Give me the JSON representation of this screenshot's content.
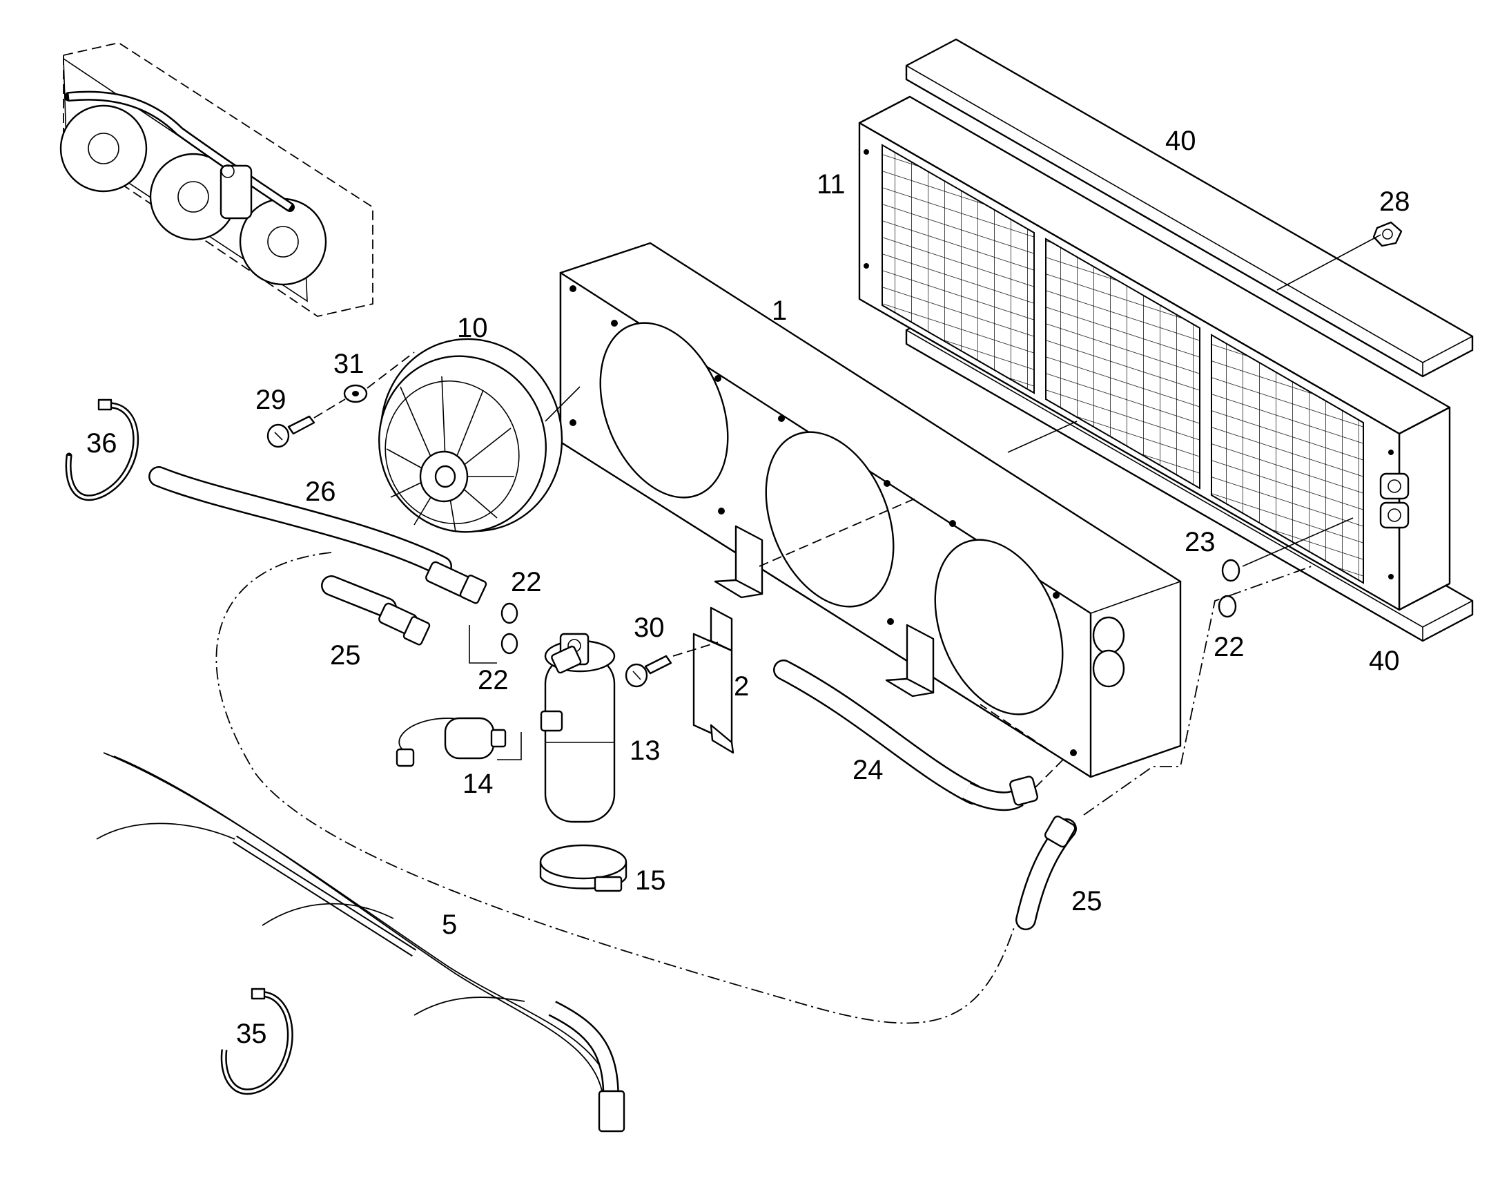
{
  "diagram": {
    "kind": "exploded parts diagram",
    "callouts": [
      {
        "id": "c1",
        "text": "1"
      },
      {
        "id": "c2",
        "text": "2"
      },
      {
        "id": "c5",
        "text": "5"
      },
      {
        "id": "c10",
        "text": "10"
      },
      {
        "id": "c11",
        "text": "11"
      },
      {
        "id": "c13",
        "text": "13"
      },
      {
        "id": "c14",
        "text": "14"
      },
      {
        "id": "c15",
        "text": "15"
      },
      {
        "id": "c22a",
        "text": "22"
      },
      {
        "id": "c22b",
        "text": "22"
      },
      {
        "id": "c22c",
        "text": "22"
      },
      {
        "id": "c23",
        "text": "23"
      },
      {
        "id": "c24",
        "text": "24"
      },
      {
        "id": "c25a",
        "text": "25"
      },
      {
        "id": "c25b",
        "text": "25"
      },
      {
        "id": "c26",
        "text": "26"
      },
      {
        "id": "c28",
        "text": "28"
      },
      {
        "id": "c29",
        "text": "29"
      },
      {
        "id": "c30",
        "text": "30"
      },
      {
        "id": "c31",
        "text": "31"
      },
      {
        "id": "c35",
        "text": "35"
      },
      {
        "id": "c36",
        "text": "36"
      },
      {
        "id": "c40a",
        "text": "40"
      },
      {
        "id": "c40b",
        "text": "40"
      }
    ]
  }
}
